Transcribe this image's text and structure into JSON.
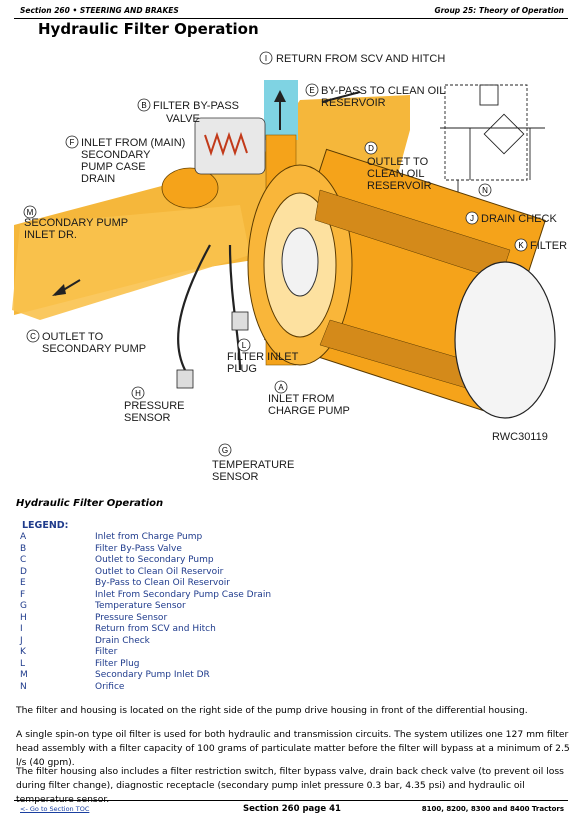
{
  "header": {
    "left": "Section 260 • STEERING AND BRAKES",
    "right": "Group 25: Theory of Operation"
  },
  "title": "Hydraulic Filter Operation",
  "diagram": {
    "callouts": {
      "I": "RETURN FROM SCV AND HITCH",
      "E1": "BY-PASS TO CLEAN OIL",
      "E2": "RESERVOIR",
      "B1": "FILTER BY-PASS",
      "B2": "VALVE",
      "F1": "INLET FROM (MAIN)",
      "F2": "SECONDARY",
      "F3": "PUMP CASE",
      "F4": "DRAIN",
      "D1": "OUTLET TO",
      "D2": "CLEAN OIL",
      "D3": "RESERVOIR",
      "M1": "SECONDARY PUMP",
      "M2": "INLET DR.",
      "J": "DRAIN CHECK",
      "K": "FILTER",
      "C1": "OUTLET TO",
      "C2": "SECONDARY PUMP",
      "L1": "FILTER INLET",
      "L2": "PLUG",
      "H1": "PRESSURE",
      "H2": "SENSOR",
      "A1": "INLET FROM",
      "A2": "CHARGE PUMP",
      "G1": "TEMPERATURE",
      "G2": "SENSOR",
      "ref": "RWC30119"
    },
    "letters": {
      "I": "I",
      "E": "E",
      "B": "B",
      "F": "F",
      "D": "D",
      "M": "M",
      "J": "J",
      "K": "K",
      "C": "C",
      "L": "L",
      "H": "H",
      "A": "A",
      "G": "G",
      "N": "N"
    }
  },
  "caption": "Hydraulic Filter Operation",
  "legend_title": "LEGEND:",
  "legend": [
    {
      "key": "A",
      "text": "Inlet from Charge Pump"
    },
    {
      "key": "B",
      "text": "Filter By-Pass Valve"
    },
    {
      "key": "C",
      "text": "Outlet to Secondary Pump"
    },
    {
      "key": "D",
      "text": "Outlet to Clean Oil Reservoir"
    },
    {
      "key": "E",
      "text": "By-Pass to Clean Oil Reservoir"
    },
    {
      "key": "F",
      "text": "Inlet From Secondary Pump Case Drain"
    },
    {
      "key": "G",
      "text": "Temperature Sensor"
    },
    {
      "key": "H",
      "text": "Pressure Sensor"
    },
    {
      "key": "I",
      "text": "Return from SCV and Hitch"
    },
    {
      "key": "J",
      "text": "Drain Check"
    },
    {
      "key": "K",
      "text": "Filter"
    },
    {
      "key": "L",
      "text": "Filter Plug"
    },
    {
      "key": "M",
      "text": "Secondary Pump Inlet DR"
    },
    {
      "key": "N",
      "text": "Orifice"
    }
  ],
  "paragraphs": [
    "The filter and housing is located on the right side of the pump drive housing in front of the differential housing.",
    "A single spin-on type oil filter is used for both hydraulic and transmission circuits. The system utilizes one 127 mm filter head assembly with a filter capacity of 100 grams of particulate matter before the filter will bypass at a minimum of 2.5 l/s (40 gpm).",
    "The filter housing also includes a filter restriction switch, filter bypass valve, drain back check valve (to prevent oil loss during filter change), diagnostic receptacle (secondary pump inlet pressure 0.3 bar, 4.35 psi) and hydraulic oil temperature sensor."
  ],
  "footer": {
    "left": "<- Go to Section TOC",
    "middle": "Section 260 page 41",
    "right": "8100, 8200, 8300 and 8400 Tractors"
  },
  "colors": {
    "oil_orange": "#f5a31a",
    "oil_light": "#fcc34a",
    "return_cyan": "#7fd3e3",
    "legend_blue": "#1f3b8c"
  }
}
